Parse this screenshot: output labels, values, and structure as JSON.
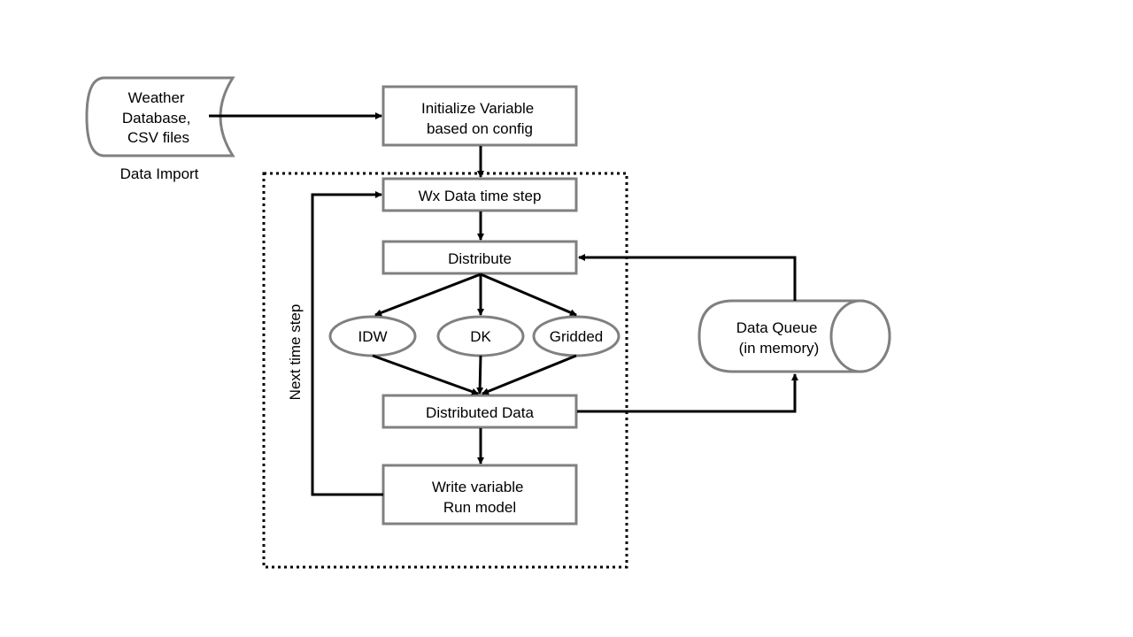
{
  "nodes": {
    "weather_db": {
      "lines": [
        "Weather",
        "Database,",
        "CSV files"
      ]
    },
    "data_import": {
      "label": "Data Import"
    },
    "init_variable": {
      "lines": [
        "Initialize Variable",
        "based on config"
      ]
    },
    "wx_time_step": {
      "label": "Wx Data time step"
    },
    "distribute": {
      "label": "Distribute"
    },
    "idw": {
      "label": "IDW"
    },
    "dk": {
      "label": "DK"
    },
    "gridded": {
      "label": "Gridded"
    },
    "distributed_data": {
      "label": "Distributed Data"
    },
    "write_run": {
      "lines": [
        "Write variable",
        "Run model"
      ]
    },
    "data_queue": {
      "lines": [
        "Data Queue",
        "(in memory)"
      ]
    },
    "next_time_step": {
      "label": "Next time step"
    }
  },
  "colors": {
    "box_stroke": "#808080",
    "arrow": "#000000",
    "background": "#ffffff"
  }
}
